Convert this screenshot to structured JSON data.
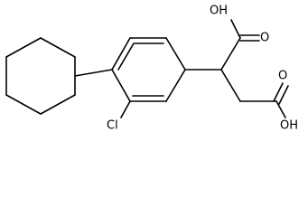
{
  "molecule": {
    "labels": {
      "carboxyl_oh_top": "OH",
      "carboxyl_o_top": "O",
      "carboxyl_o_bottom": "O",
      "carboxyl_oh_bottom": "OH",
      "chlorine": "Cl"
    },
    "colors": {
      "bond": "#000000",
      "label": "#000000",
      "background": "#ffffff"
    }
  }
}
